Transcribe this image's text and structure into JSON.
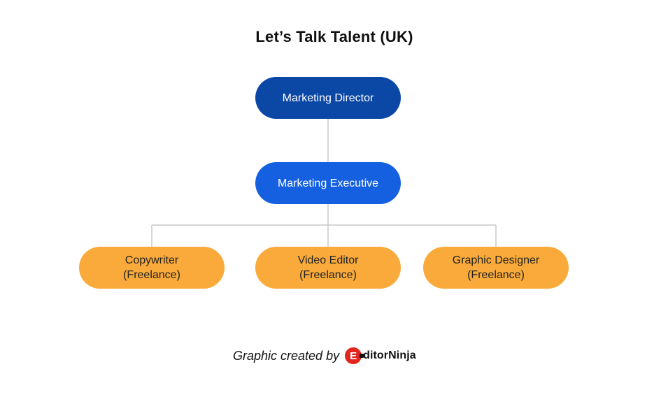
{
  "title": "Let’s Talk Talent (UK)",
  "nodes": {
    "director": {
      "label": "Marketing Director",
      "color": "#0b47a5"
    },
    "executive": {
      "label": "Marketing Executive",
      "color": "#1560e0"
    },
    "copywriter": {
      "line1": "Copywriter",
      "line2": "(Freelance)",
      "color": "#f9aa3a"
    },
    "video_editor": {
      "line1": "Video Editor",
      "line2": "(Freelance)",
      "color": "#f9aa3a"
    },
    "graphic_designer": {
      "line1": "Graphic Designer",
      "line2": "(Freelance)",
      "color": "#f9aa3a"
    }
  },
  "footer": {
    "text": "Graphic created by",
    "logo_letter": "E",
    "logo_text": "ditorNinja"
  }
}
